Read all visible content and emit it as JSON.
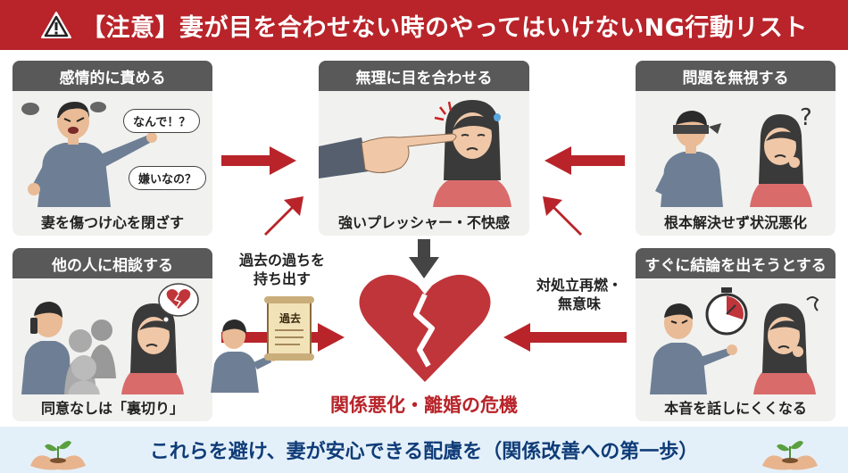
{
  "header": {
    "title": "【注意】妻が目を合わせない時のやってはいけないNG行動リスト",
    "color": "#b8242a"
  },
  "cards": {
    "blame": {
      "title": "感情的に責める",
      "bubble1": "なんで！？",
      "bubble2": "嫌いなの？",
      "caption": "妻を傷つけ心を閉ざす"
    },
    "force_eye": {
      "title": "無理に目を合わせる",
      "caption": "強いプレッシャー・不快感"
    },
    "ignore": {
      "title": "問題を無視する",
      "caption": "根本解決せず状況悪化"
    },
    "consult": {
      "title": "他の人に相談する",
      "caption": "同意なしは「裏切り」"
    },
    "rush": {
      "title": "すぐに結論を出そうとする",
      "caption": "本音を話しにくくなる"
    }
  },
  "middle": {
    "past_line1": "過去の過ちを",
    "past_line2": "持ち出す",
    "scroll_label": "過去",
    "conflict_line1": "対処立再燃・",
    "conflict_line2": "無意味",
    "center_caption": "関係悪化・離婚の危機"
  },
  "footer": {
    "message": "これらを避け、妻が安心できる配慮を（関係改善への第一歩）"
  },
  "icons": [
    "warning-icon",
    "arrow-icon",
    "broken-heart-icon",
    "stopwatch-icon",
    "scroll-icon",
    "plant-in-hands-icon"
  ]
}
